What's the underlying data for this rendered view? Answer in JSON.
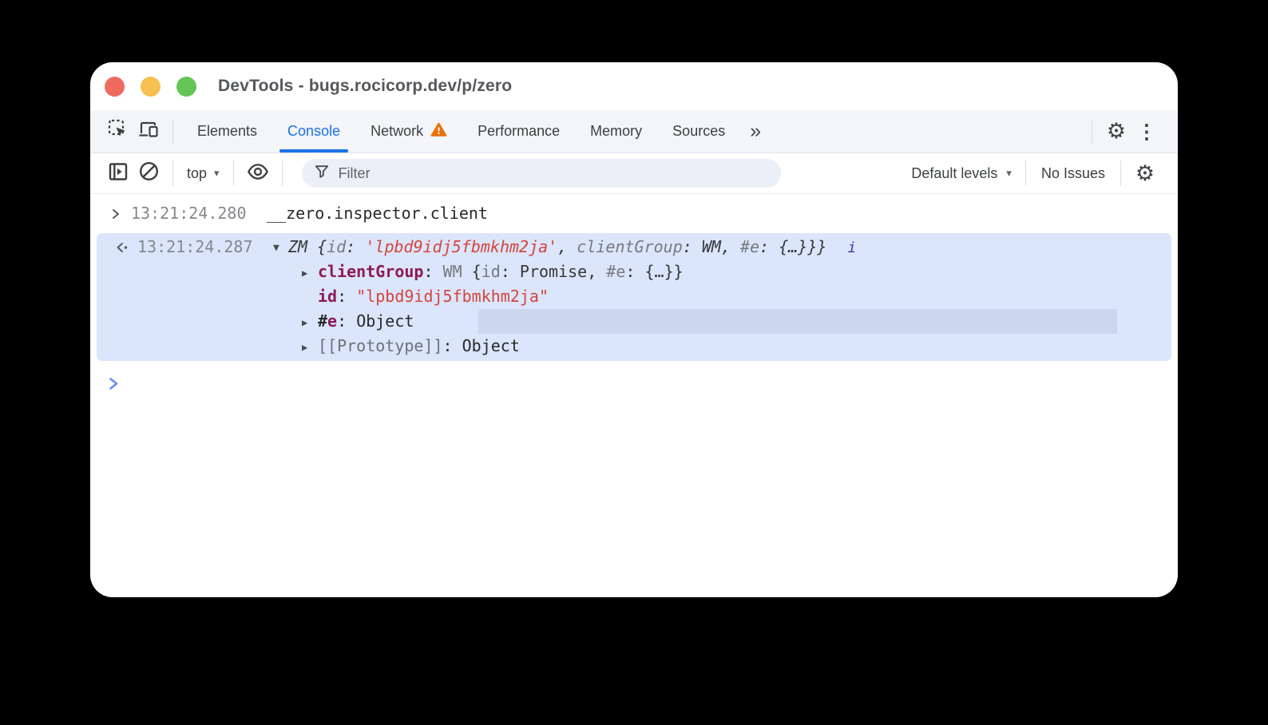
{
  "window": {
    "title": "DevTools - bugs.rocicorp.dev/p/zero"
  },
  "tabbar": {
    "tabs": [
      {
        "label": "Elements"
      },
      {
        "label": "Console"
      },
      {
        "label": "Network"
      },
      {
        "label": "Performance"
      },
      {
        "label": "Memory"
      },
      {
        "label": "Sources"
      }
    ],
    "active_tab": "Console",
    "more_chevrons": "»",
    "overflow_dots": "⋮",
    "settings_gear": "⚙"
  },
  "toolbar": {
    "context_label": "top",
    "context_caret": "▾",
    "filter_placeholder": "Filter",
    "levels_label": "Default levels",
    "levels_caret": "▾",
    "issues_label": "No Issues",
    "settings_gear": "⚙"
  },
  "console": {
    "echo": {
      "timestamp": "13:21:24.280",
      "command": "__zero.inspector.client"
    },
    "result": {
      "timestamp": "13:21:24.287",
      "expanded_triangle": "▼",
      "collapsed_triangle": "▶",
      "info_hint": "i",
      "preview": {
        "class_name": "ZM",
        "open": " {",
        "key_id": "id",
        "sep1": ": ",
        "val_id": "'lpbd9idj5fbmkhm2ja'",
        "comma1": ", ",
        "key_cg": "clientGroup",
        "sep2": ": ",
        "val_cg": "WM",
        "comma2": ", ",
        "key_e": "#e",
        "sep3": ": ",
        "val_e": "{…}",
        "close": "}}"
      },
      "tree": {
        "client_group": {
          "key": "clientGroup",
          "sep": ": ",
          "obj": "WM ",
          "open": "{",
          "k1": "id",
          "s1": ": ",
          "v1": "Promise",
          "comma": ", ",
          "k2": "#e",
          "s2": ": ",
          "v2": "{…}",
          "close": "}"
        },
        "id": {
          "key": "id",
          "sep": ": ",
          "value": "\"lpbd9idj5fbmkhm2ja\""
        },
        "e": {
          "hash": "#",
          "key": "e",
          "sep": ": ",
          "value": "Object"
        },
        "prototype": {
          "key": "[[Prototype]]",
          "sep": ": ",
          "value": "Object"
        }
      }
    }
  },
  "colors": {
    "accent_blue": "#1a73e8",
    "highlight_block": "#dbe5fc",
    "selected_row": "#ccd7ef",
    "string_red": "#d5453a",
    "property_magenta": "#8e195b",
    "warning_orange": "#e8710a",
    "prompt_blue": "#6a8df8",
    "traffic_red": "#ee6a5f",
    "traffic_yellow": "#f5c150",
    "traffic_green": "#63c655"
  }
}
